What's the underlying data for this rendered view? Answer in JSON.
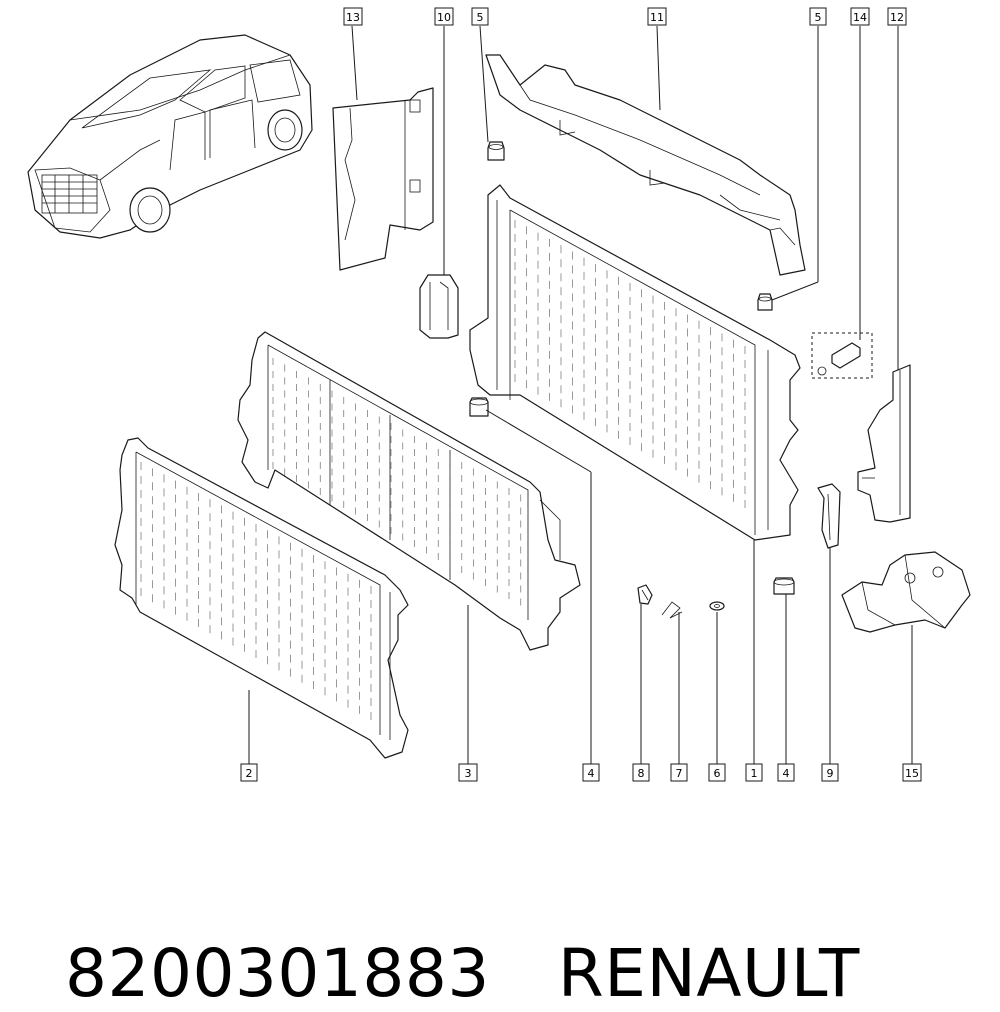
{
  "diagram": {
    "callouts": [
      {
        "id": "c13",
        "label": "13",
        "highlight": false
      },
      {
        "id": "c10",
        "label": "10",
        "highlight": false
      },
      {
        "id": "c5a",
        "label": "5",
        "highlight": false
      },
      {
        "id": "c11",
        "label": "11",
        "highlight": false
      },
      {
        "id": "c5b",
        "label": "5",
        "highlight": false
      },
      {
        "id": "c14",
        "label": "14",
        "highlight": false
      },
      {
        "id": "c12",
        "label": "12",
        "highlight": false
      },
      {
        "id": "c2",
        "label": "2",
        "highlight": false
      },
      {
        "id": "c3",
        "label": "3",
        "highlight": true
      },
      {
        "id": "c4a",
        "label": "4",
        "highlight": false
      },
      {
        "id": "c8",
        "label": "8",
        "highlight": false
      },
      {
        "id": "c7",
        "label": "7",
        "highlight": false
      },
      {
        "id": "c6",
        "label": "6",
        "highlight": false
      },
      {
        "id": "c1",
        "label": "1",
        "highlight": false
      },
      {
        "id": "c4b",
        "label": "4",
        "highlight": false
      },
      {
        "id": "c9",
        "label": "9",
        "highlight": false
      },
      {
        "id": "c15",
        "label": "15",
        "highlight": false
      }
    ],
    "highlight_color": "#d42a2a"
  },
  "caption": {
    "part_number": "8200301883",
    "brand": "RENAULT"
  }
}
